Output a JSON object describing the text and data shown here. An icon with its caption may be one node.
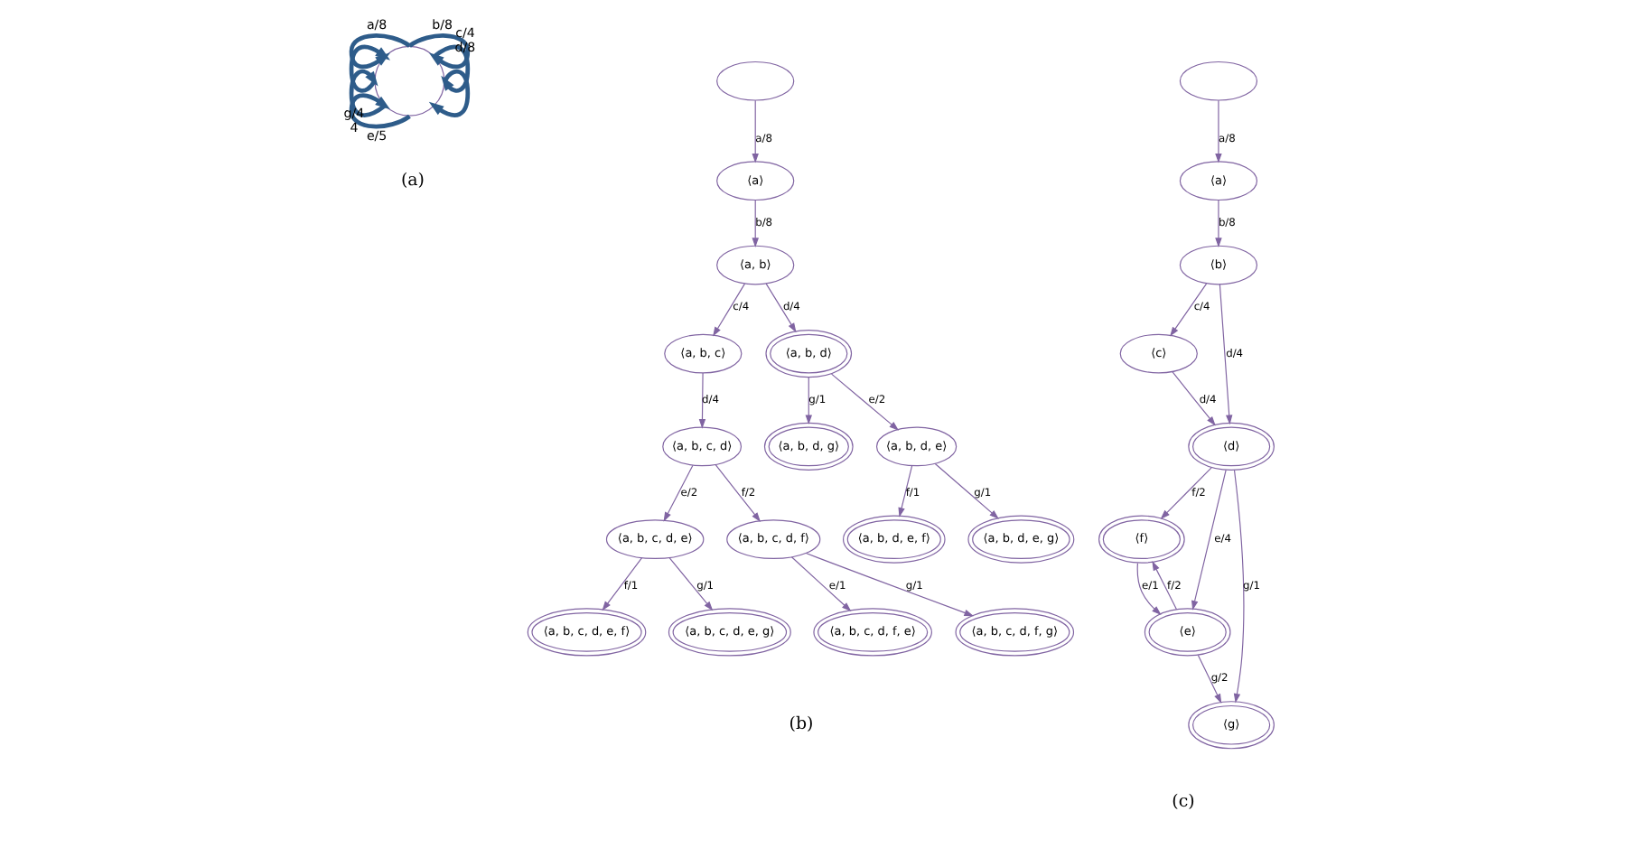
{
  "diagram": {
    "nodes": [
      {
        "text": [],
        "shape": "circle"
      },
      {
        "text": [],
        "shape": "ellipse"
      },
      {
        "text": [
          "⟨a⟩"
        ]
      },
      {
        "text": [
          "⟨a, b⟩"
        ]
      },
      {
        "text": [
          "⟨a, b, c⟩"
        ]
      },
      {
        "text": [
          "⟨a, b, d⟩"
        ]
      },
      {
        "text": [
          "⟨a, b, c, d⟩"
        ]
      },
      {
        "text": [
          "⟨a, b, d, g⟩"
        ]
      },
      {
        "text": [
          "⟨a, b, d, e⟩"
        ]
      },
      {
        "text": [
          "⟨a, b, c, d, e⟩"
        ]
      },
      {
        "text": [
          "⟨a, b, c, d, f⟩"
        ]
      },
      {
        "text": [
          "⟨a, b, d, e, f⟩"
        ]
      },
      {
        "text": [
          "⟨a, b, d, e, g⟩"
        ]
      },
      {
        "text": [
          "⟨a, b, c, d, e, f⟩"
        ]
      },
      {
        "text": [
          "⟨a, b, c, d, e, g⟩"
        ]
      },
      {
        "text": [
          "⟨a, b, c, d, f, e⟩"
        ]
      },
      {
        "text": [
          "⟨a, b, c, d, f, g⟩"
        ]
      },
      {
        "text": [],
        "shape": "ellipse"
      },
      {
        "text": [
          "⟨a⟩"
        ]
      },
      {
        "text": [
          "⟨c⟩"
        ]
      },
      {
        "text": [
          "⟨b⟩"
        ]
      },
      {
        "text": [
          "⟨f⟩"
        ]
      },
      {
        "text": [
          "⟨d⟩"
        ]
      },
      {
        "text": [
          "⟨e⟩"
        ]
      },
      {
        "text": [
          "⟨g⟩"
        ]
      }
    ],
    "edges": [
      {
        "from": 0,
        "to": 0,
        "arrow": "to",
        "label": "a/8",
        "color": "#2e5c8a",
        "style": "thick"
      },
      {
        "from": 0,
        "to": 0,
        "arrow": "to",
        "label": "b/8",
        "color": "#2e5c8a",
        "style": "thick"
      },
      {
        "from": 0,
        "to": 0,
        "arrow": "to",
        "label": "c/4",
        "color": "#2e5c8a",
        "style": "thick"
      },
      {
        "from": 0,
        "to": 0,
        "arrow": "to",
        "label": "d/8",
        "color": "#2e5c8a",
        "style": "thick"
      },
      {
        "from": 0,
        "to": 0,
        "arrow": "to",
        "label": "e/5",
        "color": "#2e5c8a",
        "style": "thick"
      },
      {
        "from": 0,
        "to": 0,
        "arrow": "to",
        "label": "4",
        "color": "#2e5c8a",
        "style": "thick"
      },
      {
        "from": 0,
        "to": 0,
        "arrow": "to",
        "label": "g/4",
        "color": "#2e5c8a",
        "style": "thick"
      },
      {
        "from": 1,
        "to": 2,
        "arrow": "to",
        "label": "a/8"
      },
      {
        "from": 2,
        "to": 3,
        "arrow": "to",
        "label": "b/8"
      },
      {
        "from": 3,
        "to": 4,
        "arrow": "to",
        "label": "c/4"
      },
      {
        "from": 3,
        "to": 5,
        "arrow": "to",
        "label": "d/4"
      },
      {
        "from": 4,
        "to": 6,
        "arrow": "to",
        "label": "d/4"
      },
      {
        "from": 5,
        "to": 7,
        "arrow": "to",
        "label": "g/1"
      },
      {
        "from": 5,
        "to": 8,
        "arrow": "to",
        "label": "e/2"
      },
      {
        "from": 6,
        "to": 9,
        "arrow": "to",
        "label": "e/2"
      },
      {
        "from": 6,
        "to": 10,
        "arrow": "to",
        "label": "f/2"
      },
      {
        "from": 8,
        "to": 11,
        "arrow": "to",
        "label": "f/1"
      },
      {
        "from": 8,
        "to": 12,
        "arrow": "to",
        "label": "g/1"
      },
      {
        "from": 9,
        "to": 13,
        "arrow": "to",
        "label": "f/1"
      },
      {
        "from": 9,
        "to": 14,
        "arrow": "to",
        "label": "g/1"
      },
      {
        "from": 10,
        "to": 15,
        "arrow": "to",
        "label": "e/1"
      },
      {
        "from": 10,
        "to": 16,
        "arrow": "to",
        "label": "g/1"
      },
      {
        "from": 17,
        "to": 18,
        "arrow": "to",
        "label": "a/8"
      },
      {
        "from": 18,
        "to": 20,
        "arrow": "to",
        "label": "b/8"
      },
      {
        "from": 20,
        "to": 19,
        "arrow": "to",
        "label": "c/4"
      },
      {
        "from": 19,
        "to": 22,
        "arrow": "to",
        "label": "d/4"
      },
      {
        "from": 20,
        "to": 22,
        "arrow": "to",
        "label": "d/4"
      },
      {
        "from": 22,
        "to": 21,
        "arrow": "to",
        "label": "f/2"
      },
      {
        "from": 22,
        "to": 23,
        "arrow": "to",
        "label": "e/4"
      },
      {
        "from": 22,
        "to": 24,
        "arrow": "to",
        "label": "g/1"
      },
      {
        "from": 21,
        "to": 23,
        "arrow": "to",
        "label": "e/1"
      },
      {
        "from": 23,
        "to": 21,
        "arrow": "to",
        "label": "f/2"
      },
      {
        "from": 23,
        "to": 24,
        "arrow": "to",
        "label": "g/2"
      }
    ],
    "labels": [
      "(a)",
      "(b)",
      "(c)"
    ]
  }
}
